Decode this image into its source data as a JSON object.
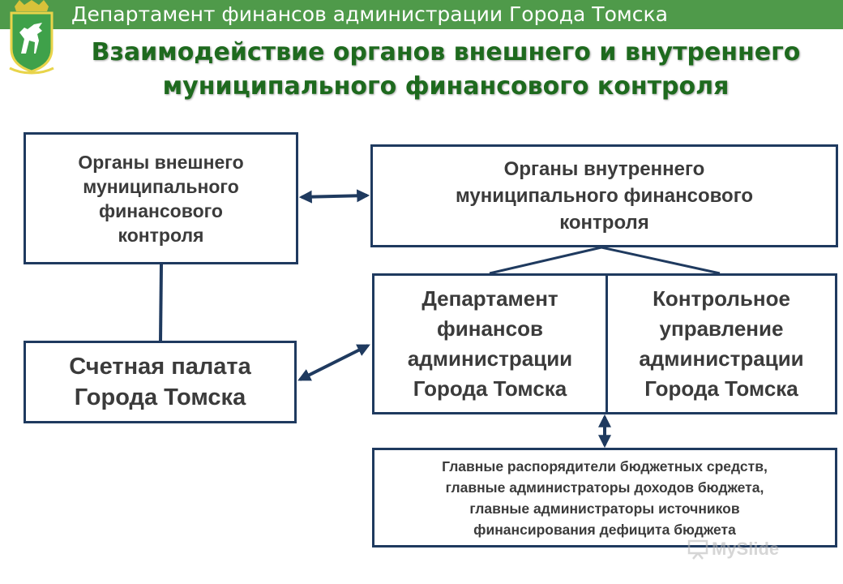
{
  "header": {
    "text": "Департамент финансов администрации Города Томска",
    "bar_color": "#4f9a4a",
    "emblem_icon": "tomsk-coat-of-arms-icon"
  },
  "title": {
    "line1": "Взаимодействие органов внешнего и внутреннего",
    "line2": "муниципального финансового контроля",
    "color": "#1e6a1e"
  },
  "boxes": {
    "external": {
      "lines": [
        "Органы внешнего",
        "муниципального",
        "финансового",
        "контроля"
      ]
    },
    "internal": {
      "lines": [
        "Органы внутреннего",
        "муниципального финансового",
        "контроля"
      ]
    },
    "audit_chamber": {
      "lines": [
        "Счетная палата",
        "Города Томска"
      ]
    },
    "finance_dept": {
      "lines": [
        "Департамент",
        "финансов",
        "администрации",
        "Города Томска"
      ]
    },
    "control_dept": {
      "lines": [
        "Контрольное",
        "управление",
        "администрации",
        "Города Томска"
      ]
    },
    "budget_managers": {
      "lines": [
        "Главные распорядители  бюджетных средств,",
        "главные администраторы доходов бюджета,",
        "главные администраторы источников",
        "финансирования дефицита бюджета"
      ]
    }
  },
  "colors": {
    "border": "#1f3a5f",
    "text": "#3b3b3b"
  },
  "watermark": {
    "text": "MySlide"
  }
}
